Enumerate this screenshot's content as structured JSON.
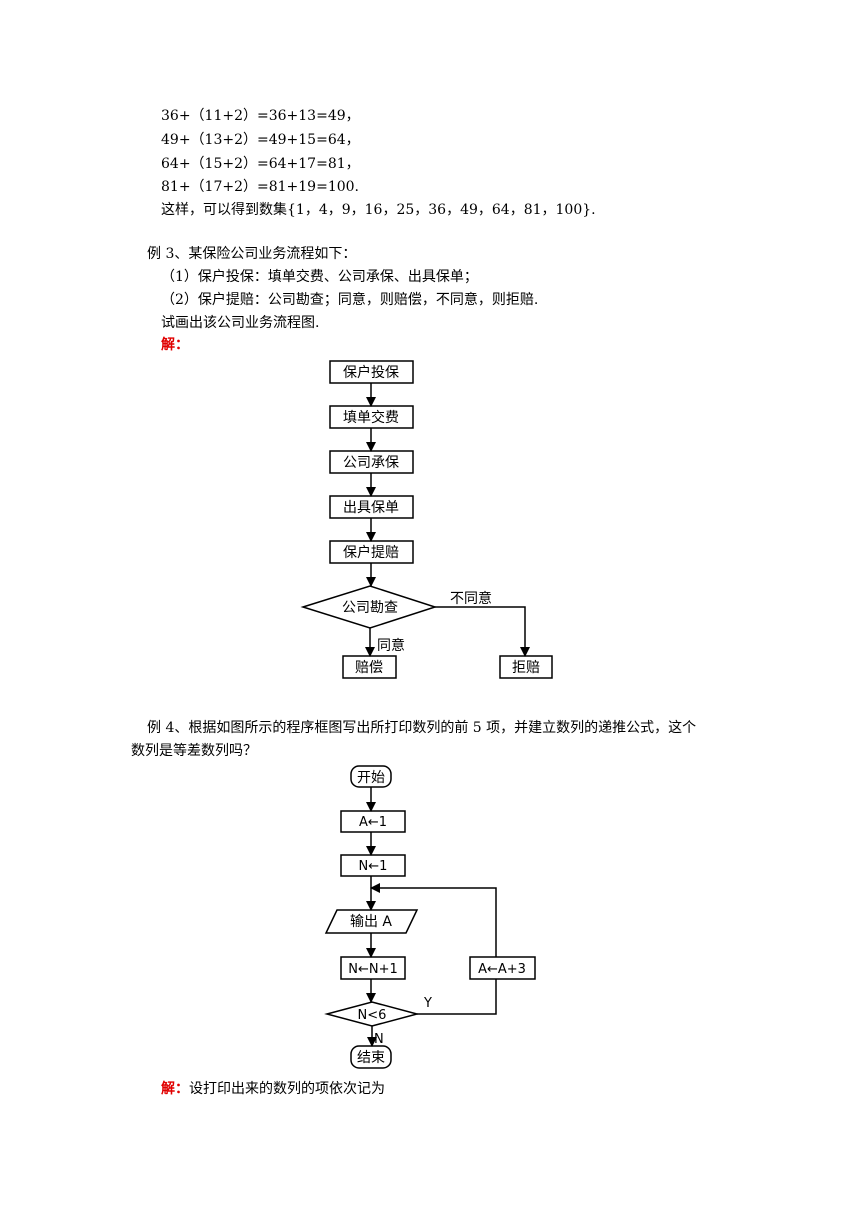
{
  "top_lines": [
    "36+（11+2）=36+13=49，",
    "49+（13+2）=49+15=64，",
    "64+（15+2）=64+17=81，",
    "81+（17+2）=81+19=100.",
    "这样，可以得到数集{1，4，9，16，25，36，49，64，81，100}."
  ],
  "example3": {
    "title": "例 3、某保险公司业务流程如下：",
    "item1": "（1）保户投保：填单交费、公司承保、出具保单；",
    "item2": "（2）保户提赔：公司勘查；同意，则赔偿，不同意，则拒赔.",
    "task": "试画出该公司业务流程图.",
    "solution_label": "解："
  },
  "flow1": {
    "boxes": [
      "保户投保",
      "填单交费",
      "公司承保",
      "出具保单",
      "保户提赔"
    ],
    "decision": "公司勘查",
    "yes_label": "同意",
    "no_label": "不同意",
    "yes_box": "赔偿",
    "no_box": "拒赔"
  },
  "example4": {
    "line1": "例 4、根据如图所示的程序框图写出所打印数列的前 5 项，并建立数列的递推公式，这个",
    "line2": "数列是等差数列吗？"
  },
  "flow2": {
    "start": "开始",
    "assign_a": "A←1",
    "assign_n": "N←1",
    "output": "输出 A",
    "increment_n": "N←N+1",
    "update_a": "A←A+3",
    "condition": "N<6",
    "yes_label": "Y",
    "no_label": "N",
    "end": "结束"
  },
  "solution4": {
    "label": "解：",
    "text": "设打印出来的数列的项依次记为"
  }
}
